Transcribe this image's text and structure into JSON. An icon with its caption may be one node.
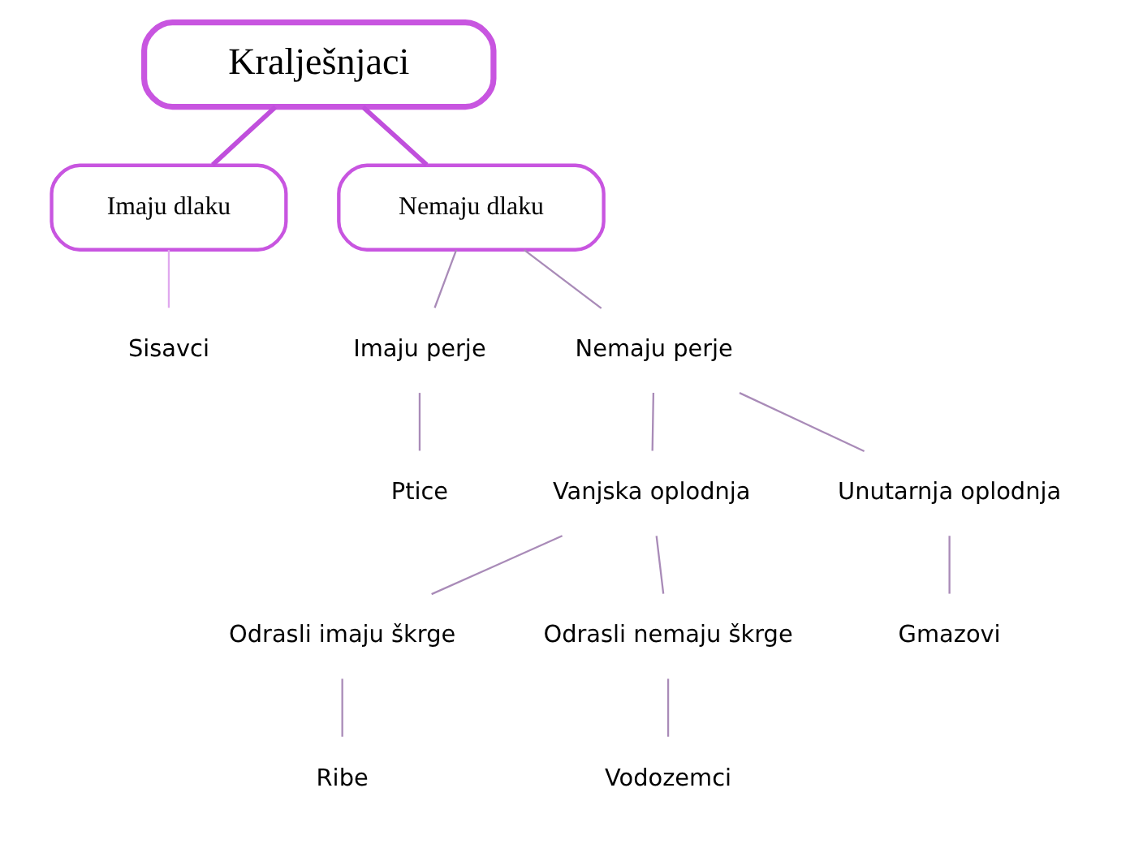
{
  "diagram": {
    "nodes": [
      {
        "text": [
          "Kralješnjaci"
        ]
      },
      {
        "text": [
          "Imaju dlaku"
        ]
      },
      {
        "text": [
          "Nemaju dlaku"
        ]
      },
      {
        "text": [
          "Sisavci"
        ]
      },
      {
        "text": [
          "Imaju perje"
        ]
      },
      {
        "text": [
          "Ptice"
        ]
      },
      {
        "text": [
          "Nemaju perje"
        ]
      },
      {
        "text": [
          "Vanjska oplodnja"
        ]
      },
      {
        "text": [
          "Odrasli imaju škrge"
        ]
      },
      {
        "text": [
          "Ribe"
        ]
      },
      {
        "text": [
          "Odrasli nemaju škrge"
        ]
      },
      {
        "text": [
          "Vodozemci"
        ]
      },
      {
        "text": [
          "Unutarnja oplodnja"
        ]
      },
      {
        "text": [
          "Gmazovi"
        ]
      }
    ],
    "edges": [
      {
        "from": 0,
        "to": 1,
        "arrow": "none",
        "style": "thick",
        "color": "#c04fdc"
      },
      {
        "from": 0,
        "to": 2,
        "arrow": "none",
        "style": "thick",
        "color": "#c04fdc"
      },
      {
        "from": 1,
        "to": 3,
        "arrow": "none",
        "color": "#e0a8ee"
      },
      {
        "from": 2,
        "to": 4,
        "arrow": "none"
      },
      {
        "from": 4,
        "to": 5,
        "arrow": "none"
      },
      {
        "from": 2,
        "to": 6,
        "arrow": "none"
      },
      {
        "from": 6,
        "to": 7,
        "arrow": "none"
      },
      {
        "from": 7,
        "to": 8,
        "arrow": "none"
      },
      {
        "from": 8,
        "to": 9,
        "arrow": "none"
      },
      {
        "from": 7,
        "to": 10,
        "arrow": "none"
      },
      {
        "from": 10,
        "to": 11,
        "arrow": "none"
      },
      {
        "from": 6,
        "to": 12,
        "arrow": "none"
      },
      {
        "from": 12,
        "to": 13,
        "arrow": "none"
      }
    ]
  }
}
